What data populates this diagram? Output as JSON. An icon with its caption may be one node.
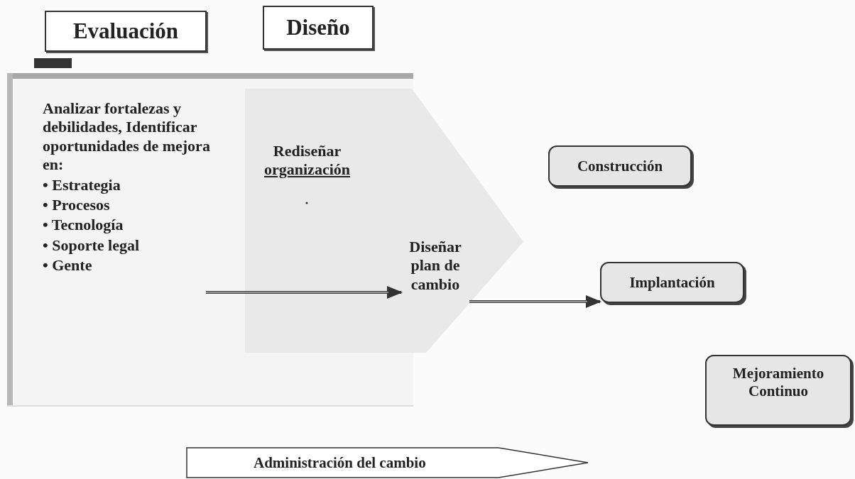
{
  "diagram": {
    "nodes": [
      {
        "text": [
          "Evaluación"
        ]
      },
      {
        "text": [
          "Diseño"
        ]
      },
      {
        "text": [
          "Analizar fortalezas y debilidades, Identificar oportunidades de mejora en:",
          "• Estrategia",
          "• Procesos",
          "• Tecnología",
          "• Soporte legal",
          "• Gente"
        ]
      },
      {
        "text": [],
        "shape": "chevron"
      },
      {
        "text": [
          "Rediseñar",
          "organización"
        ],
        "in": 3
      },
      {
        "text": [
          "Diseñar plan de cambio"
        ],
        "in": 3
      },
      {
        "text": [
          "Construcción"
        ]
      },
      {
        "text": [
          "Implantación"
        ]
      },
      {
        "text": [
          "Mejoramiento Continuo"
        ]
      },
      {
        "text": [
          "Administración del cambio"
        ]
      }
    ],
    "edges": [
      {
        "from": null,
        "to": 5,
        "arrow": "to"
      },
      {
        "from": 5,
        "to": 7,
        "arrow": "to"
      }
    ]
  }
}
